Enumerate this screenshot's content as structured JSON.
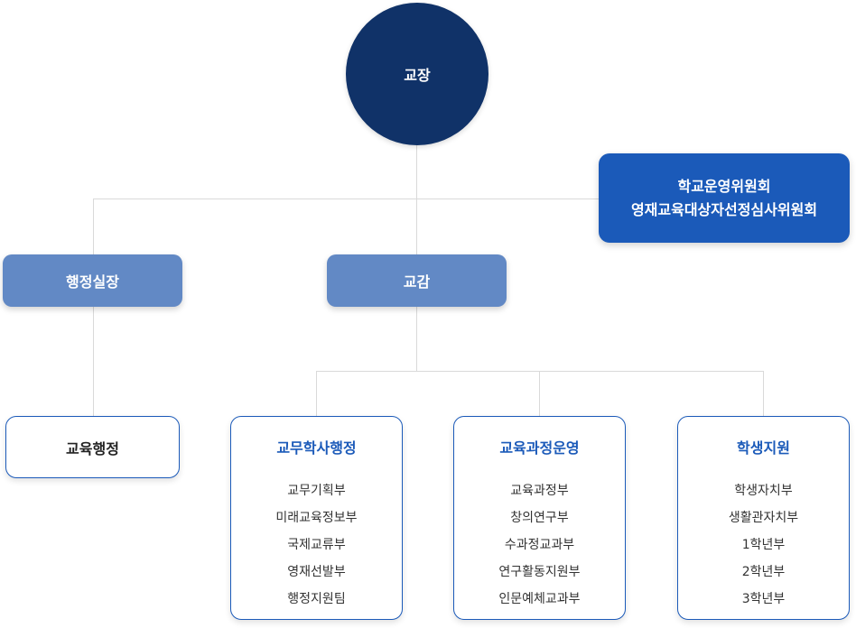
{
  "principal": {
    "label": "교장"
  },
  "committee": {
    "line1": "학교운영위원회",
    "line2": "영재교육대상자선정심사위원회"
  },
  "admin_chief": {
    "label": "행정실장"
  },
  "vice_principal": {
    "label": "교감"
  },
  "admin_office": {
    "label": "교육행정"
  },
  "departments": [
    {
      "title": "교무학사행정",
      "items": [
        "교무기획부",
        "미래교육정보부",
        "국제교류부",
        "영재선발부",
        "행정지원팀"
      ]
    },
    {
      "title": "교육과정운영",
      "items": [
        "교육과정부",
        "창의연구부",
        "수과정교과부",
        "연구활동지원부",
        "인문예체교과부"
      ]
    },
    {
      "title": "학생지원",
      "items": [
        "학생자치부",
        "생활관자치부",
        "1학년부",
        "2학년부",
        "3학년부"
      ]
    }
  ],
  "colors": {
    "principal": "#103268",
    "committee": "#1b5ab9",
    "mid_boxes": "#6289c5",
    "dept_border": "#1b5ab9",
    "dept_title": "#1b5ab9",
    "connector": "#d9d9d9"
  }
}
